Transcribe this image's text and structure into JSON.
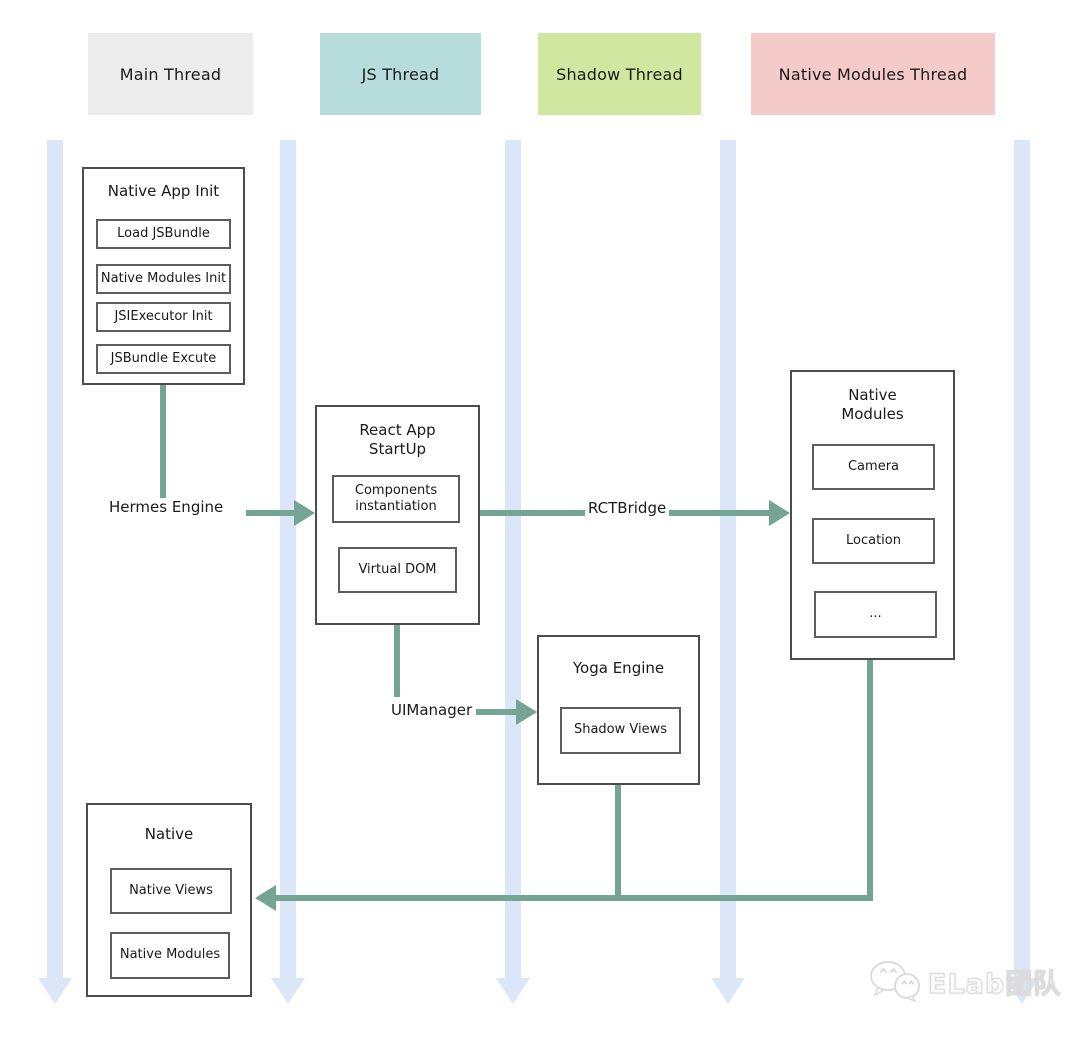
{
  "threads": [
    {
      "label": "Main Thread",
      "color": "#ececec"
    },
    {
      "label": "JS Thread",
      "color": "#b6dcdb"
    },
    {
      "label": "Shadow Thread",
      "color": "#cfe79f"
    },
    {
      "label": "Native Modules Thread",
      "color": "#f5cbca"
    }
  ],
  "boxes": {
    "native_app_init": {
      "title": "Native App Init",
      "items": [
        "Load JSBundle",
        "Native Modules Init",
        "JSIExecutor Init",
        "JSBundle Excute"
      ]
    },
    "react_app": {
      "title": "React App\nStartUp",
      "items": [
        "Components instantiation",
        "Virtual DOM"
      ]
    },
    "native_modules": {
      "title": "Native\nModules",
      "items": [
        "Camera",
        "Location",
        "..."
      ]
    },
    "yoga": {
      "title": "Yoga Engine",
      "items": [
        "Shadow Views"
      ]
    },
    "native": {
      "title": "Native",
      "items": [
        "Native Views",
        "Native Modules"
      ]
    }
  },
  "connectors": {
    "hermes": "Hermes Engine",
    "rctbridge": "RCTBridge",
    "uimanager": "UIManager"
  },
  "colors": {
    "connector_arrow": "#73a494",
    "lifeline": "#dbe6f8"
  },
  "watermark": {
    "text": "ELab团队"
  }
}
